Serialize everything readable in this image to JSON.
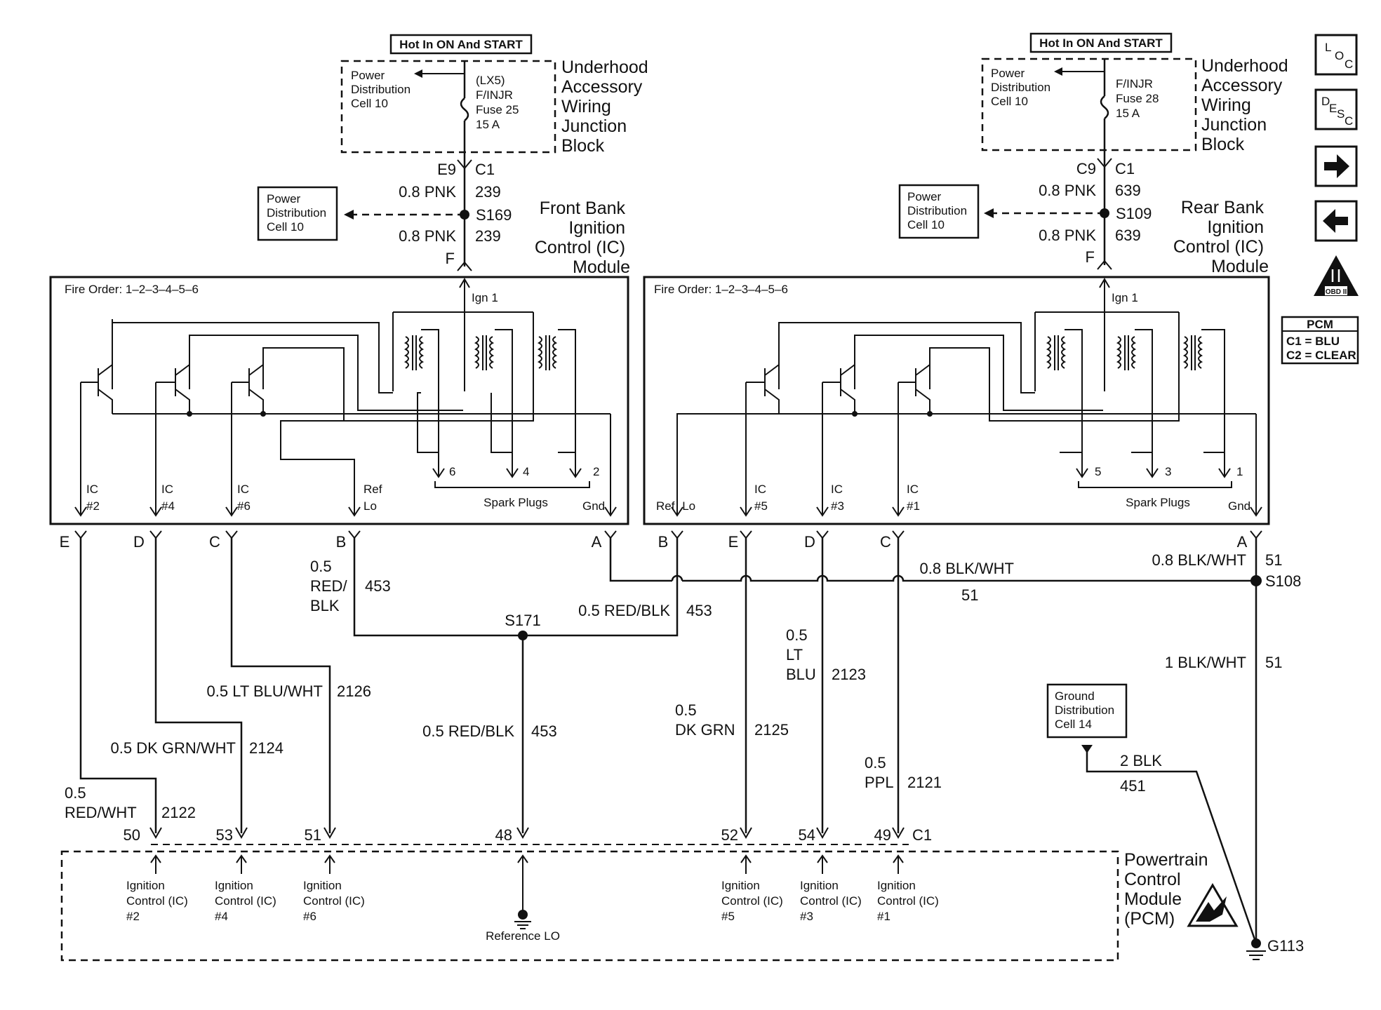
{
  "hot_label": "Hot In ON And START",
  "junction_block": [
    "Underhood",
    "Accessory",
    "Wiring",
    "Junction",
    "Block"
  ],
  "power_dist": [
    "Power",
    "Distribution",
    "Cell 10"
  ],
  "front": {
    "fuse": [
      "(LX5)",
      "F/INJR",
      "Fuse 25",
      "15 A"
    ],
    "conn_top_left": "E9",
    "conn_top_right": "C1",
    "wire_top": "0.8 PNK",
    "circuit_top": "239",
    "splice": "S169",
    "wire_bottom": "0.8 PNK",
    "circuit_bottom": "239",
    "pin_f": "F",
    "module": [
      "Front Bank",
      "Ignition",
      "Control (IC)",
      "Module"
    ],
    "fire_order": "Fire Order: 1–2–3–4–5–6",
    "ign": "Ign 1",
    "plugs": [
      "6",
      "4",
      "2"
    ],
    "spark_plugs": "Spark Plugs",
    "terminals": [
      {
        "top": "IC",
        "bottom": "#2",
        "pin": "E"
      },
      {
        "top": "IC",
        "bottom": "#4",
        "pin": "D"
      },
      {
        "top": "IC",
        "bottom": "#6",
        "pin": "C"
      },
      {
        "top": "Ref",
        "bottom": "Lo",
        "pin": "B"
      },
      {
        "top": "",
        "bottom": "Gnd",
        "pin": "A"
      }
    ]
  },
  "rear": {
    "fuse": [
      "F/INJR",
      "Fuse 28",
      "15 A"
    ],
    "conn_top_left": "C9",
    "conn_top_right": "C1",
    "wire_top": "0.8 PNK",
    "circuit_top": "639",
    "splice": "S109",
    "wire_bottom": "0.8 PNK",
    "circuit_bottom": "639",
    "pin_f": "F",
    "module": [
      "Rear Bank",
      "Ignition",
      "Control (IC)",
      "Module"
    ],
    "fire_order": "Fire Order: 1–2–3–4–5–6",
    "ign": "Ign 1",
    "plugs": [
      "5",
      "3",
      "1"
    ],
    "spark_plugs": "Spark Plugs",
    "terminals": [
      {
        "top": "Ref",
        "bottom": "Lo",
        "pin": "B"
      },
      {
        "top": "IC",
        "bottom": "#5",
        "pin": "E"
      },
      {
        "top": "IC",
        "bottom": "#3",
        "pin": "D"
      },
      {
        "top": "IC",
        "bottom": "#1",
        "pin": "C"
      },
      {
        "top": "",
        "bottom": "Gnd",
        "pin": "A"
      }
    ]
  },
  "wires": {
    "w2122": {
      "color": [
        "0.5",
        "RED/WHT"
      ],
      "circuit": "2122"
    },
    "w2124": {
      "color": "0.5 DK GRN/WHT",
      "circuit": "2124"
    },
    "w2126": {
      "color": "0.5 LT BLU/WHT",
      "circuit": "2126"
    },
    "w453_front": {
      "color": [
        "0.5",
        "RED/",
        "BLK"
      ],
      "circuit": "453"
    },
    "w453_rear": {
      "color": "0.5 RED/BLK",
      "circuit": "453"
    },
    "w453_down": {
      "color": "0.5 RED/BLK",
      "circuit": "453"
    },
    "w2125": {
      "color": [
        "0.5",
        "DK GRN"
      ],
      "circuit": "2125"
    },
    "w2123": {
      "color": [
        "0.5",
        "LT",
        "BLU"
      ],
      "circuit": "2123"
    },
    "w2121": {
      "color": [
        "0.5",
        "PPL"
      ],
      "circuit": "2121"
    },
    "w51_h": {
      "color": "0.8 BLK/WHT",
      "circuit": "51"
    },
    "w51_a": {
      "color": "0.8 BLK/WHT",
      "circuit": "51"
    },
    "w51_down": {
      "color": "1 BLK/WHT",
      "circuit": "51"
    },
    "w451": {
      "color": "2 BLK",
      "circuit": "451"
    }
  },
  "splices": {
    "s171": "S171",
    "s108": "S108"
  },
  "ground_dist": [
    "Ground",
    "Distribution",
    "Cell 14"
  ],
  "ground": "G113",
  "pcm": {
    "title": [
      "Powertrain",
      "Control",
      "Module",
      "(PCM)"
    ],
    "connector": "C1",
    "pins": [
      {
        "pin": "50",
        "label": [
          "Ignition",
          "Control (IC)",
          "#2"
        ]
      },
      {
        "pin": "53",
        "label": [
          "Ignition",
          "Control (IC)",
          "#4"
        ]
      },
      {
        "pin": "51",
        "label": [
          "Ignition",
          "Control (IC)",
          "#6"
        ]
      },
      {
        "pin": "48",
        "label": [
          "Reference LO"
        ]
      },
      {
        "pin": "52",
        "label": [
          "Ignition",
          "Control (IC)",
          "#5"
        ]
      },
      {
        "pin": "54",
        "label": [
          "Ignition",
          "Control (IC)",
          "#3"
        ]
      },
      {
        "pin": "49",
        "label": [
          "Ignition",
          "Control (IC)",
          "#1"
        ]
      }
    ]
  },
  "sidebar": {
    "loc": [
      "L",
      "O",
      "C"
    ],
    "desc": [
      "D",
      "E",
      "S",
      "C"
    ],
    "next": "next",
    "prev": "previous",
    "obd": "OBD II",
    "pcm_legend": {
      "title": "PCM",
      "rows": [
        "C1 = BLU",
        "C2 = CLEAR"
      ]
    }
  }
}
